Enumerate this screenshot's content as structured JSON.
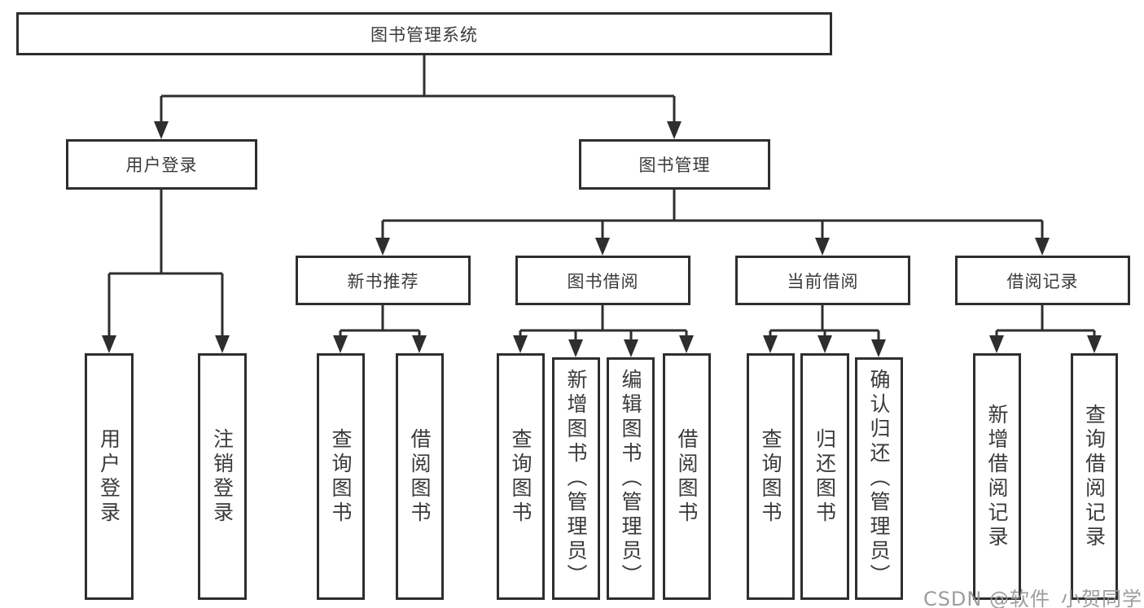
{
  "diagram": {
    "root": "图书管理系统",
    "level2": {
      "user_login": "用户登录",
      "book_management": "图书管理"
    },
    "level3": {
      "new_book": "新书推荐",
      "book_borrow": "图书借阅",
      "current_borrow": "当前借阅",
      "borrow_record": "借阅记录"
    },
    "leaves": {
      "user_login": [
        "用户登录",
        "注销登录"
      ],
      "new_book": [
        "查询图书",
        "借阅图书"
      ],
      "book_borrow": [
        "查询图书",
        "新增图书（管理员）",
        "编辑图书（管理员）",
        "借阅图书"
      ],
      "current_borrow": [
        "查询图书",
        "归还图书",
        "确认归还（管理员）"
      ],
      "borrow_record": [
        "新增借阅记录",
        "查询借阅记录"
      ]
    }
  },
  "watermark": "CSDN @软件_小贺同学",
  "colors": {
    "line": "#2e2e2e",
    "box_border": "#2e2e2e",
    "text": "#3a3a3a",
    "watermark": "#919191",
    "background": "#ffffff"
  }
}
